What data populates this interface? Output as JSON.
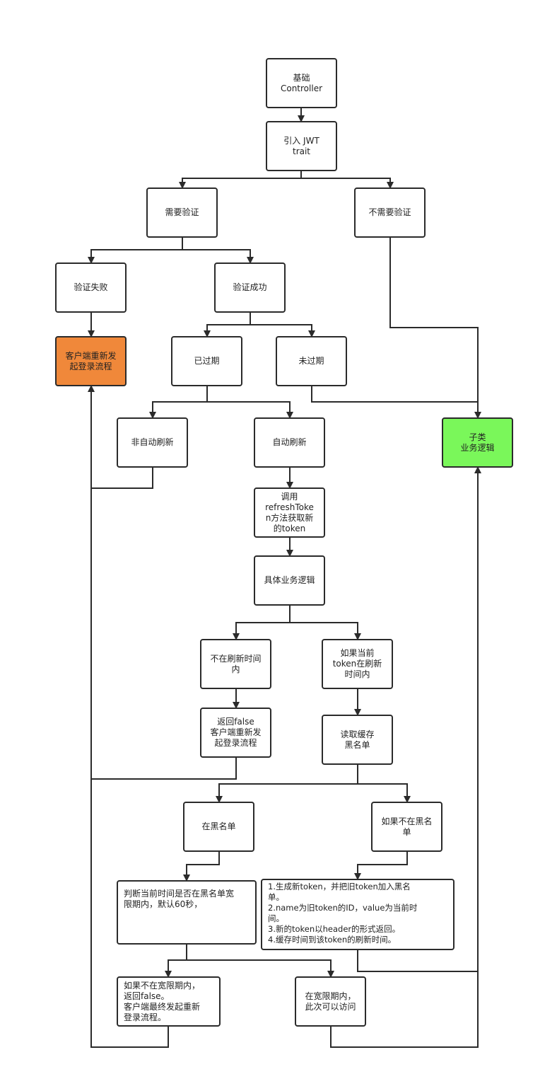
{
  "colors": {
    "line": "#2b2b2b",
    "box_border": "#2b2b2b",
    "fail_box": "#f0883a",
    "success_box": "#7af75a"
  },
  "nodes": {
    "base_controller": "基础\nController",
    "jwt_trait": "引入 JWT\ntrait",
    "need_auth": "需要验证",
    "no_auth": "不需要验证",
    "auth_fail": "验证失败",
    "auth_success": "验证成功",
    "client_relogin": "客户端重新发\n起登录流程",
    "expired": "已过期",
    "not_expired": "未过期",
    "no_auto_refresh": "非自动刷新",
    "auto_refresh": "自动刷新",
    "subclass_logic": "子类\n业务逻辑",
    "call_refresh": "调用\nrefreshToke\nn方法获取新\n的token",
    "specific_logic": "具体业务逻辑",
    "not_in_refresh": "不在刷新时间\n内",
    "in_refresh": "如果当前\ntoken在刷新\n时间内",
    "return_false": "返回false\n客户端重新发\n起登录流程",
    "read_blacklist": "读取缓存\n黑名单",
    "in_blacklist": "在黑名单",
    "not_in_blacklist": "如果不在黑名\n单",
    "check_grace": "判断当前时间是否在黑名单宽\n限期内，默认60秒，",
    "generate_token": "1.生成新token，并把旧token加入黑名\n单。\n2.name为旧token的ID，value为当前时\n间。\n3.新的token以header的形式返回。\n4.缓存时间到该token的刷新时间。",
    "not_in_grace": "如果不在宽限期内，\n返回false。\n客户端最终发起重新\n登录流程。",
    "in_grace": "在宽限期内，\n此次可以访问"
  }
}
